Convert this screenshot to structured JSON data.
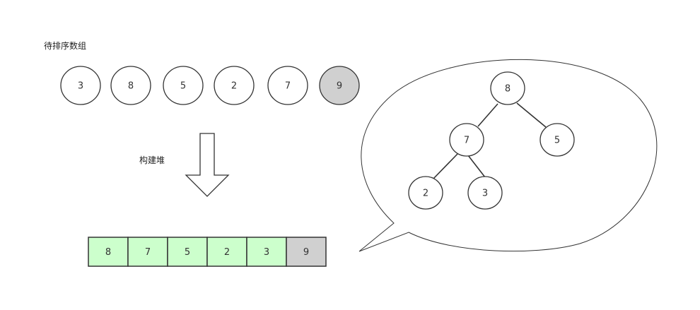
{
  "labels": {
    "input_array": "待排序数组",
    "build_heap": "构建堆"
  },
  "input_array": [
    "3",
    "8",
    "5",
    "2",
    "7",
    "9"
  ],
  "heap_array": [
    "8",
    "7",
    "5",
    "2",
    "3",
    "9"
  ],
  "tree": {
    "root": "8",
    "left": "7",
    "right": "5",
    "left_left": "2",
    "left_right": "3"
  },
  "colors": {
    "stroke": "#333333",
    "highlight": "#d0d0d0",
    "heap_cell": "#ccffcc",
    "background": "#ffffff"
  }
}
